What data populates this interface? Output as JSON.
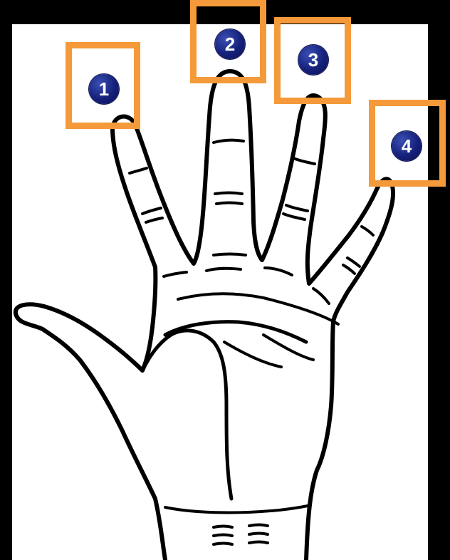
{
  "markers": [
    {
      "label": "1"
    },
    {
      "label": "2"
    },
    {
      "label": "3"
    },
    {
      "label": "4"
    }
  ],
  "colors": {
    "frame": "#000000",
    "background": "#ffffff",
    "marker_border": "#f59a3a",
    "badge_fill": "#15207a",
    "outline": "#000000"
  }
}
